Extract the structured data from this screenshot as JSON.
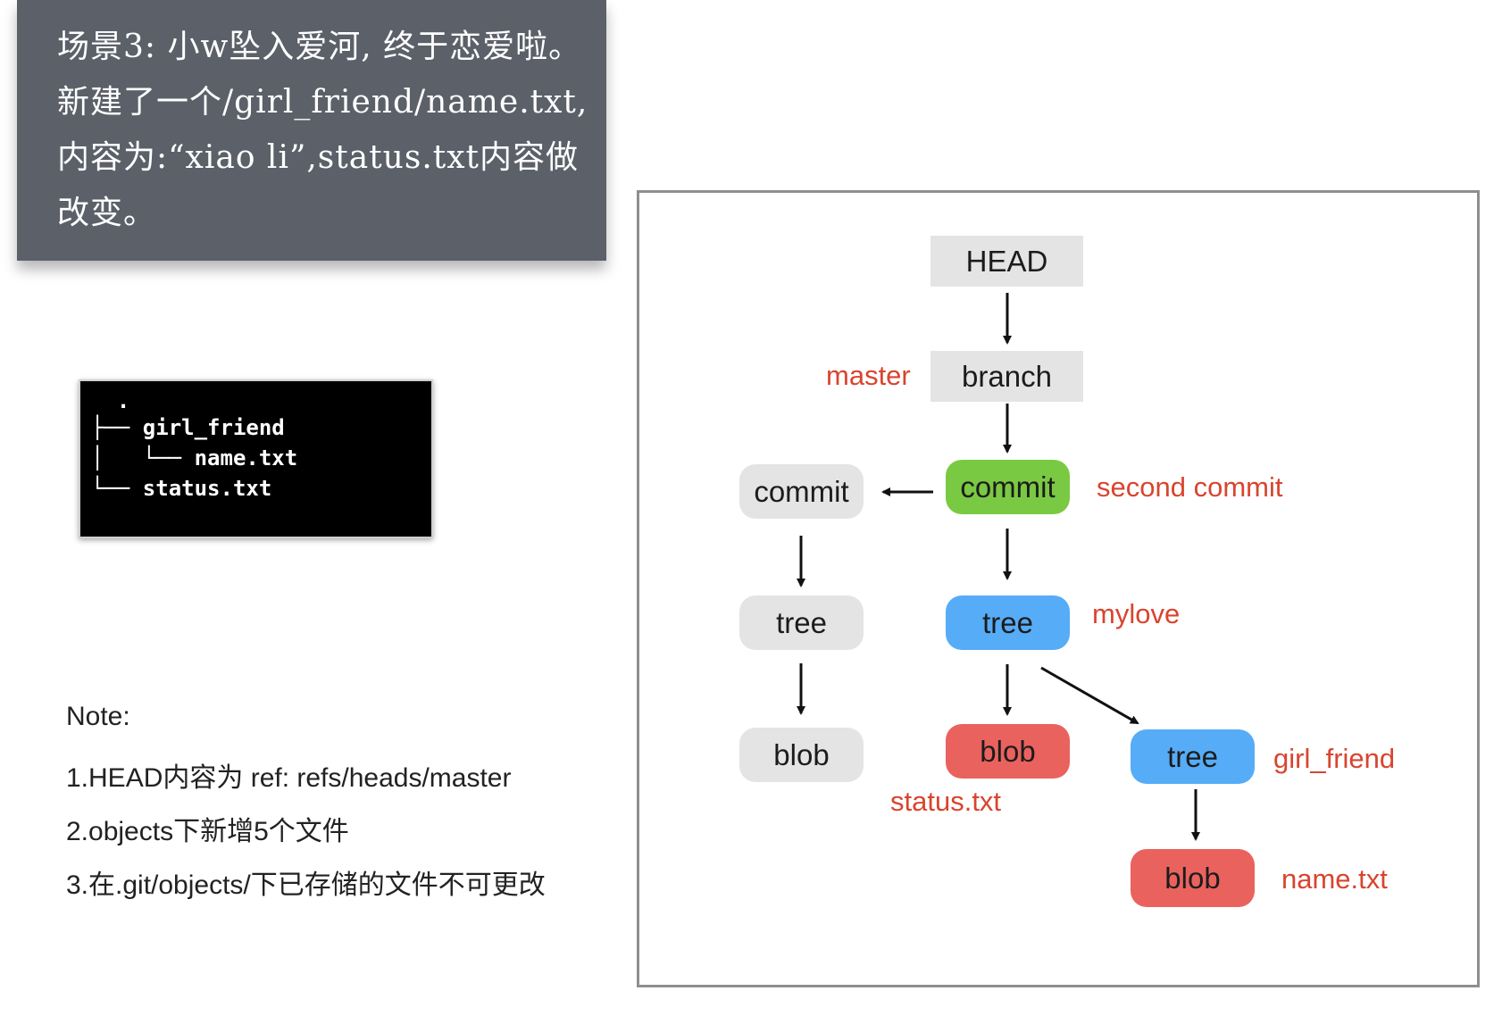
{
  "scene": {
    "text": "场景3:  小w坠入爱河, 终于恋爱啦。新建了一个/girl_friend/name.txt,内容为:“xiao li”,status.txt内容做改变。"
  },
  "terminal": {
    "lines": [
      "  .",
      "├── girl_friend",
      "│   └── name.txt",
      "└── status.txt"
    ]
  },
  "notes": {
    "title": "Note:",
    "items": [
      "1.HEAD内容为 ref: refs/heads/master",
      "2.objects下新增5个文件",
      "3.在.git/objects/下已存储的文件不可更改"
    ]
  },
  "diagram": {
    "nodes": {
      "head": "HEAD",
      "branch": "branch",
      "commit_old": "commit",
      "commit_new": "commit",
      "tree_old": "tree",
      "tree_new": "tree",
      "tree_sub": "tree",
      "blob_old": "blob",
      "blob_status": "blob",
      "blob_name": "blob"
    },
    "labels": {
      "master": "master",
      "second_commit": "second commit",
      "mylove": "mylove",
      "girl_friend": "girl_friend",
      "status_txt": "status.txt",
      "name_txt": "name.txt"
    }
  },
  "colors": {
    "card_bg": "#5b6069",
    "label_red": "#d9442e",
    "green": "#7ac943",
    "blue": "#56acf6",
    "red": "#ea625e",
    "grey": "#e4e4e4"
  }
}
